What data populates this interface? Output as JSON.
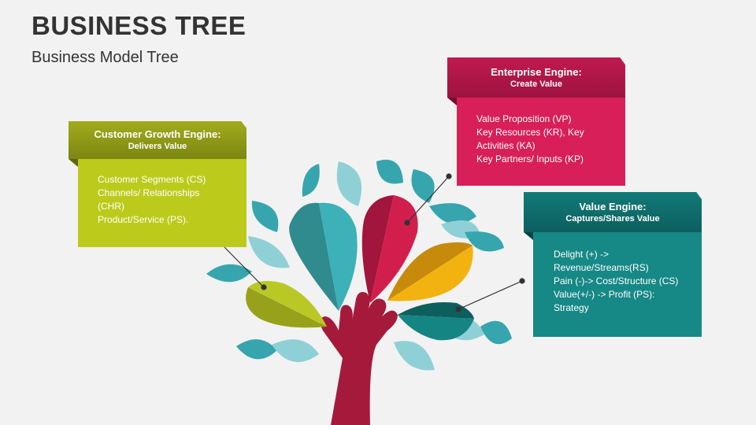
{
  "header": {
    "title": "BUSINESS TREE",
    "subtitle": "Business Model Tree"
  },
  "cards": {
    "customer_growth": {
      "heading": "Customer Growth Engine:",
      "subheading": "Delivers Value",
      "lines": [
        "Customer Segments (CS)",
        "Channels/ Relationships\n(CHR)",
        "Product/Service (PS)."
      ],
      "color": "#bccb1b"
    },
    "enterprise": {
      "heading": "Enterprise Engine:",
      "subheading": "Create Value",
      "lines": [
        "Value Proposition (VP)",
        "Key Resources (KR), Key\nActivities (KA)",
        "Key Partners/ Inputs (KP)"
      ],
      "color": "#d81f5a"
    },
    "value": {
      "heading": "Value Engine:",
      "subheading": "Captures/Shares Value",
      "lines": [
        "Delight (+) ->\nRevenue/Streams(RS)",
        "Pain (-)-> Cost/Structure (CS)",
        "Value(+/-) -> Profit (PS):\nStrategy"
      ],
      "color": "#168885"
    }
  },
  "colors": {
    "teal_dark": "#37a5ad",
    "teal_light": "#8fd0d6",
    "trunk": "#a51a3a",
    "leaf_green": "#b5c124",
    "leaf_red": "#c8173f",
    "leaf_yellow": "#f2b311",
    "leaf_teal": "#127a78"
  }
}
